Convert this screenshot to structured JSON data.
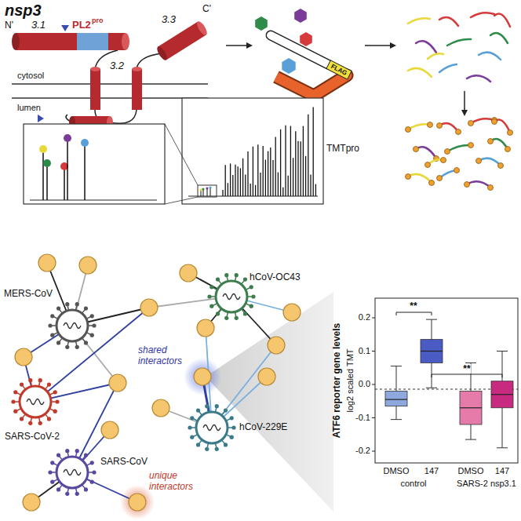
{
  "diagram": {
    "title": "nsp3",
    "nodes": [
      {
        "text": [
          "MERS-CoV"
        ]
      },
      {
        "text": [
          "hCoV-OC43"
        ]
      },
      {
        "text": [
          "SARS-CoV-2"
        ]
      },
      {
        "text": [
          "hCoV-229E"
        ]
      },
      {
        "text": [
          "SARS-CoV"
        ]
      }
    ],
    "labels": [
      "N'",
      "3.1",
      "PL2",
      "pro",
      "3.3",
      "C'",
      "3.2",
      "cytosol",
      "lumen",
      "FLAG",
      "TMTpro",
      "shared interactors",
      "unique interactors",
      "ATF6 reporter gene levels",
      "log2 scaled TMT",
      "0.2",
      "0.1",
      "0.0",
      "-0.1",
      "-0.2",
      "DMSO",
      "147",
      "DMSO",
      "147",
      "control",
      "SARS-2 nsp3.1",
      "**",
      "**"
    ]
  }
}
